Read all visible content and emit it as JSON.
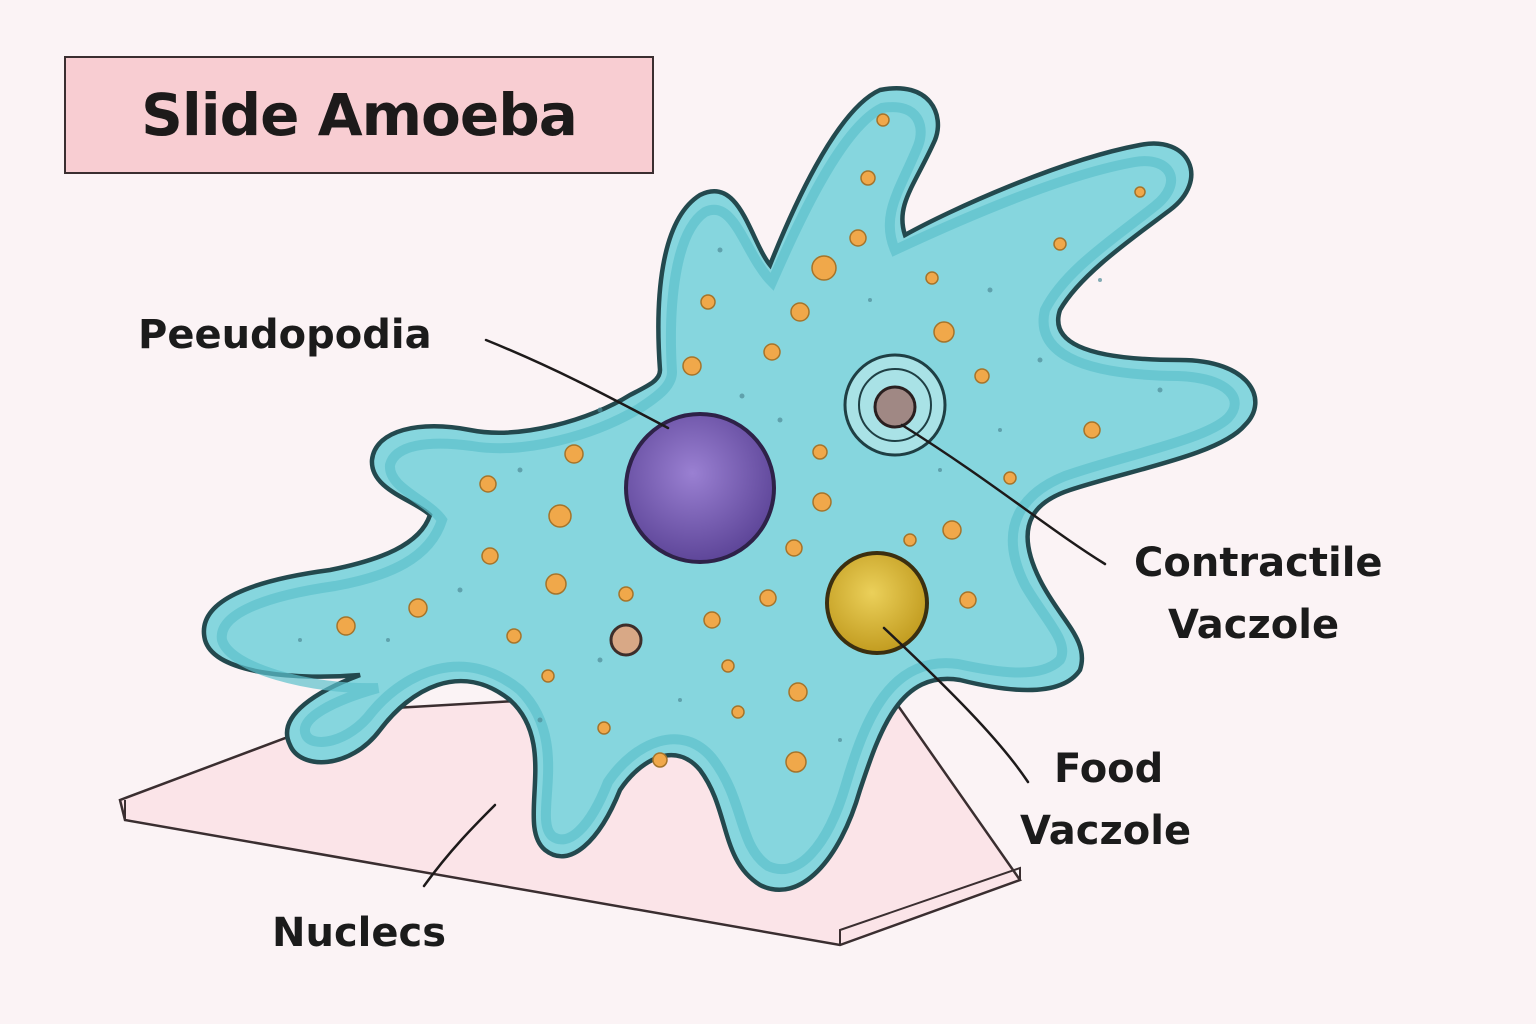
{
  "title": "Slide Amoeba",
  "labels": {
    "pseudopodia": "Peeudopodia",
    "contractile_line1": "Contractile",
    "contractile_line2": "Vaczole",
    "food_line1": "Food",
    "food_line2": "Vaczole",
    "nucleus": "Nuclecs"
  },
  "colors": {
    "background": "#fbf3f5",
    "title_fill": "#f8cdd2",
    "cytoplasm": "#86d6de",
    "membrane": "#4fb5c2",
    "nucleus": "#7a5cb8",
    "food_vacuole": "#d9b83a",
    "granule": "#f0a84a",
    "slide": "#fbe4e8"
  }
}
